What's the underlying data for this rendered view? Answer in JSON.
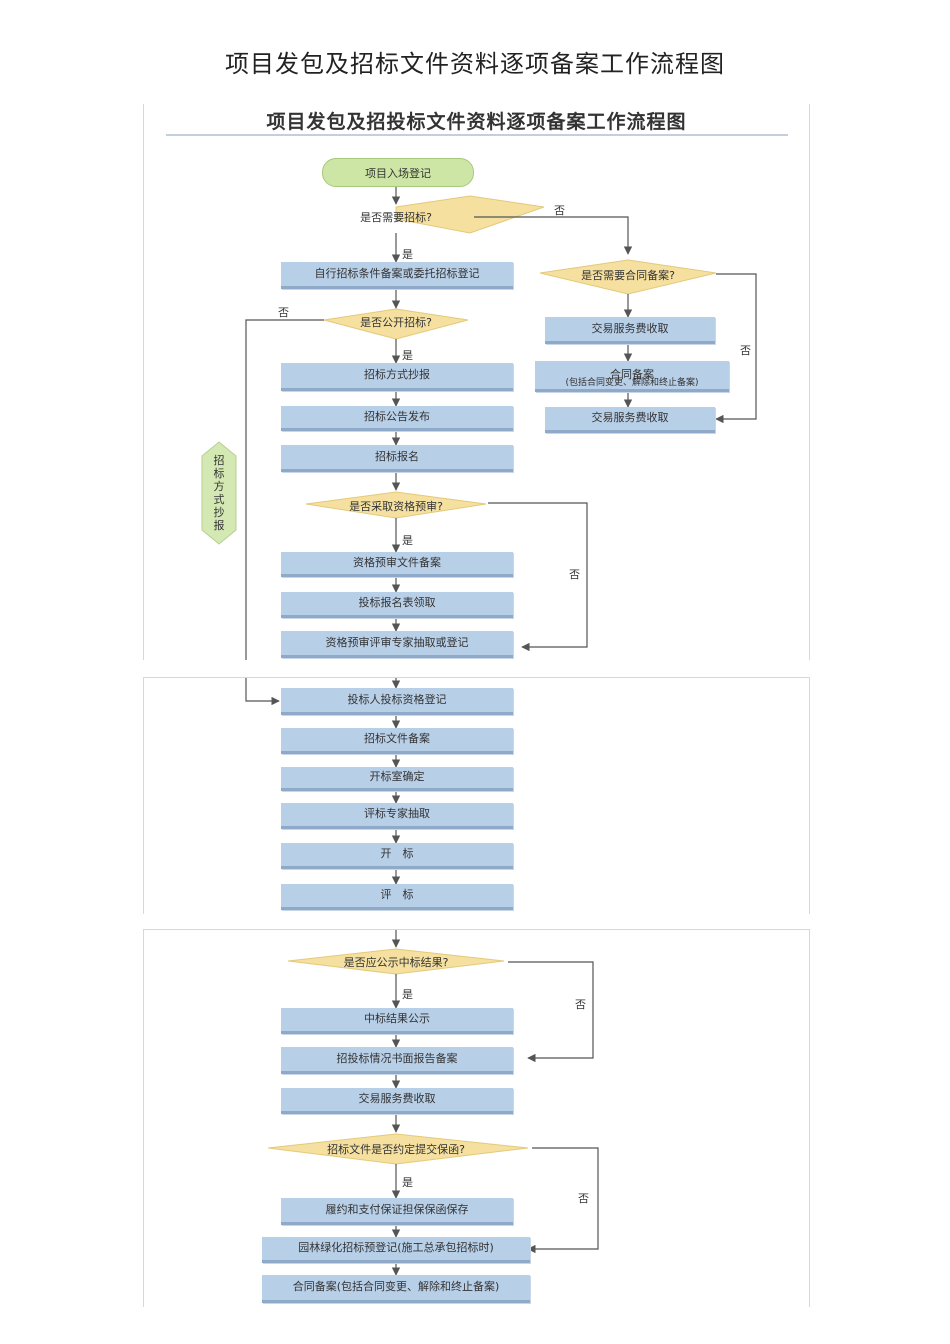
{
  "document_title": "项目发包及招标文件资料逐项备案工作流程图",
  "panel_title": "项目发包及招投标文件资料逐项备案工作流程图",
  "nodes": {
    "start": "项目入场登记",
    "d_need_tender": "是否需要招标?",
    "self_tender_record": "自行招标条件备案或委托招标登记",
    "d_contract_record": "是否需要合同备案?",
    "d_public_tender": "是否公开招标?",
    "fee_collect_1": "交易服务费收取",
    "tender_method_report": "招标方式抄报",
    "contract_record_1": "合同备案",
    "contract_record_1_note": "(包括合同变更、解除和终止备案)",
    "tender_notice": "招标公告发布",
    "fee_collect_2": "交易服务费收取",
    "tender_signup": "招标报名",
    "d_prequal": "是否采取资格预审?",
    "prequal_file_record": "资格预审文件备案",
    "bid_form_get": "投标报名表领取",
    "prequal_expert": "资格预审评审专家抽取或登记",
    "bidder_register": "投标人投标资格登记",
    "tender_file_record": "招标文件备案",
    "bid_room_confirm": "开标室确定",
    "expert_draw": "评标专家抽取",
    "bid_open": "开　标",
    "bid_eval": "评　标",
    "d_publicize": "是否应公示中标结果?",
    "result_publicize": "中标结果公示",
    "report_record": "招投标情况书面报告备案",
    "fee_collect_3": "交易服务费收取",
    "d_guarantee": "招标文件是否约定提交保函?",
    "guarantee_save": "履约和支付保证担保保函保存",
    "garden_record": "园林绿化招标预登记(施工总承包招标时)",
    "contract_record_final": "合同备案(包括合同变更、解除和终止备案)"
  },
  "labels": {
    "yes": "是",
    "no": "否",
    "side": "招标方式抄报"
  },
  "colors": {
    "box_fill": "#b8cfe8",
    "decision_fill": "#f5e0a0",
    "start_fill": "#cde6a6",
    "side_fill": "#d4e8b4",
    "arrow": "#555555"
  }
}
